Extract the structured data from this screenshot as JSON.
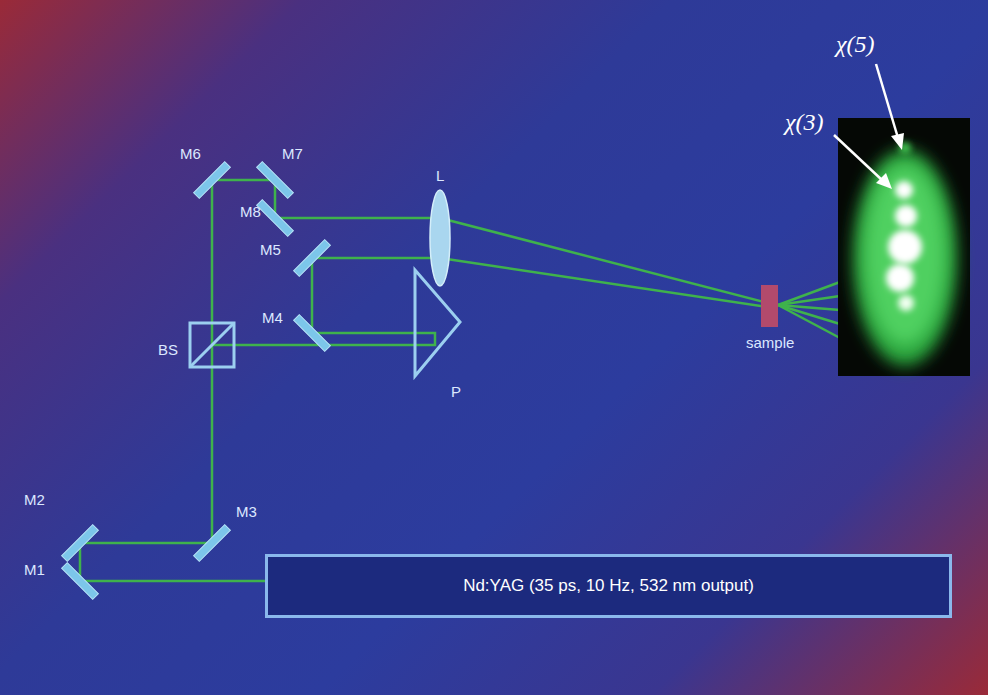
{
  "diagram": {
    "nodes": [
      {
        "text": [
          "Nd:YAG (35 ps, 10 Hz, 532 nm output)"
        ]
      }
    ],
    "labels": [
      "χ(5)",
      "χ(3)",
      "M6",
      "M7",
      "M8",
      "L",
      "M5",
      "M4",
      "BS",
      "P",
      "sample",
      "M2",
      "M3",
      "M1"
    ]
  }
}
